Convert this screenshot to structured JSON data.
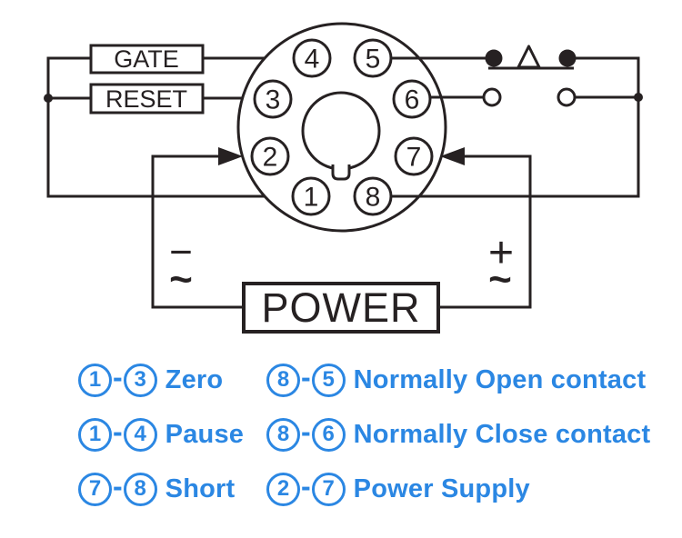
{
  "diagram": {
    "gate_label": "GATE",
    "reset_label": "RESET",
    "power_label": "POWER",
    "pins": [
      "1",
      "2",
      "3",
      "4",
      "5",
      "6",
      "7",
      "8"
    ],
    "polarity": {
      "minus": "−",
      "plus": "+",
      "ac_tilde": "~"
    },
    "line_color": "#262122"
  },
  "legend": {
    "accent_color": "#2b87e3",
    "dash": "-",
    "items": [
      {
        "from": "1",
        "to": "3",
        "label": "Zero"
      },
      {
        "from": "1",
        "to": "4",
        "label": "Pause"
      },
      {
        "from": "7",
        "to": "8",
        "label": "Short"
      },
      {
        "from": "8",
        "to": "5",
        "label": "Normally Open contact"
      },
      {
        "from": "8",
        "to": "6",
        "label": "Normally Close contact"
      },
      {
        "from": "2",
        "to": "7",
        "label": "Power Supply"
      }
    ]
  }
}
